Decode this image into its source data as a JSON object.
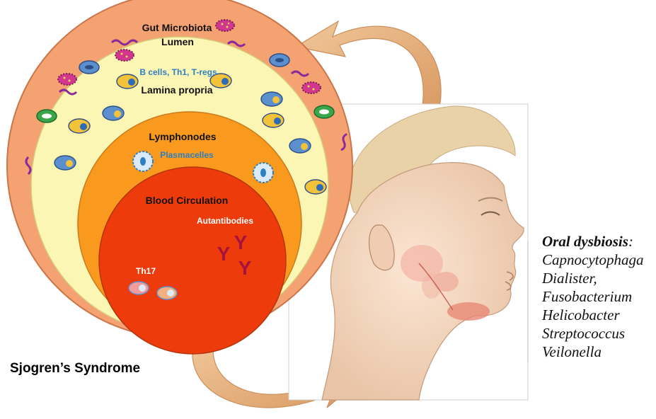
{
  "layers": {
    "gut": "Gut Microbiota",
    "lumen": "Lumen",
    "cells": "B cells, Th1, T-regs",
    "lamina": "Lamina propria",
    "lymph": "Lymphonodes",
    "plasma": "Plasmacelles",
    "blood": "Blood Circulation",
    "autoab": "Autantibodies",
    "th17": "Th17"
  },
  "antibody_glyph": "Y",
  "title": "Sjogren’s Syndrome",
  "oral": {
    "heading": "Oral dysbiosis",
    "colon": ":",
    "genera": [
      "Capnocytophaga",
      "Dialister,",
      "Fusobacterium",
      "Helicobacter",
      "Streptococcus",
      "Veilonella"
    ]
  },
  "colors": {
    "outer": "#f4a271",
    "lamina": "#fcf6b4",
    "lymph": "#f99a1e",
    "blood": "#ee3b0b",
    "arrow": "#e3ae80",
    "label_blue": "#2e7fc2",
    "antibody": "#a5123a"
  }
}
